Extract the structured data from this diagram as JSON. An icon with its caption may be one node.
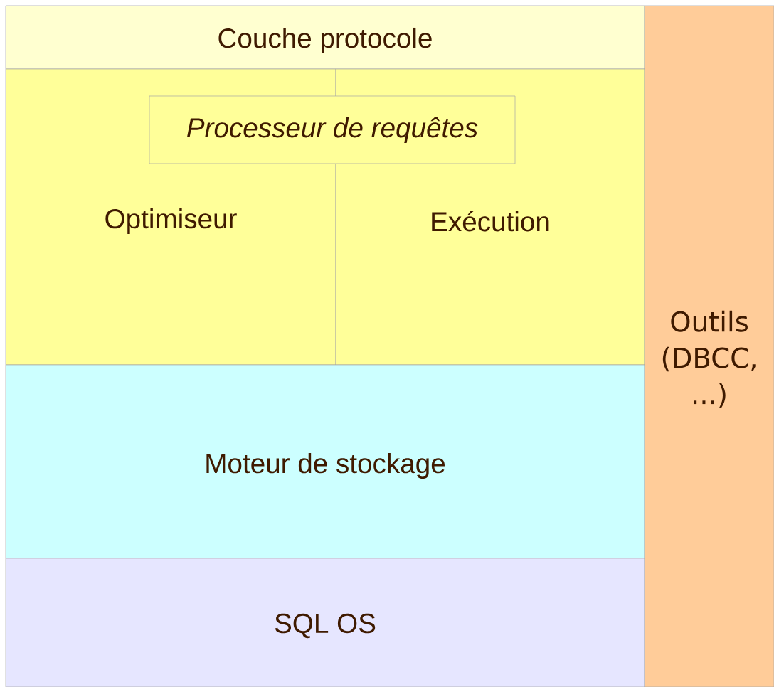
{
  "diagram": {
    "nodes": [
      {
        "text": [
          "Couche protocole"
        ]
      },
      {
        "text": [
          "Processeur de requêtes"
        ]
      },
      {
        "text": [
          "Optimiseur"
        ]
      },
      {
        "text": [
          "Exécution"
        ]
      },
      {
        "text": [
          "Moteur de stockage"
        ]
      },
      {
        "text": [
          "SQL OS"
        ]
      },
      {
        "text": [
          "Outils (DBCC, ...)"
        ]
      }
    ]
  }
}
